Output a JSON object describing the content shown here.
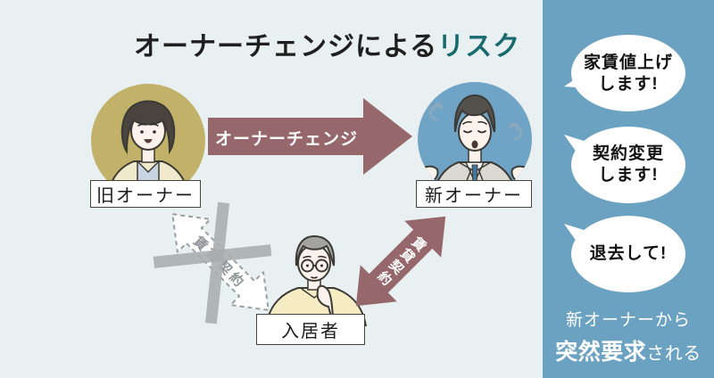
{
  "title": {
    "prefix": "オーナーチェンジによる",
    "highlight": "リスク"
  },
  "actors": {
    "old_owner": {
      "label": "旧オーナー",
      "circle_color": "#c1b169"
    },
    "new_owner": {
      "label": "新オーナー",
      "circle_color": "#6fa4c6"
    },
    "tenant": {
      "label": "入居者"
    }
  },
  "arrows": {
    "owner_change": {
      "label": "オーナーチェンジ",
      "color": "#96686c"
    },
    "old_contract": {
      "label": "賃貸契約",
      "status": "crossed-out"
    },
    "new_contract": {
      "label": "賃貸契約",
      "color": "#96686c"
    }
  },
  "sidebar": {
    "background": "#6ba1c1",
    "bubbles": [
      {
        "line1": "家賃値上げ",
        "line2": "します!"
      },
      {
        "line1": "契約変更",
        "line2": "します!"
      },
      {
        "line1": "退去して!",
        "line2": ""
      }
    ],
    "footer": {
      "line1": "新オーナーから",
      "line2_bold": "突然要求",
      "line2_rest": "される"
    }
  },
  "colors": {
    "background": "#e9f0f2",
    "accent_teal": "#176a6e"
  }
}
